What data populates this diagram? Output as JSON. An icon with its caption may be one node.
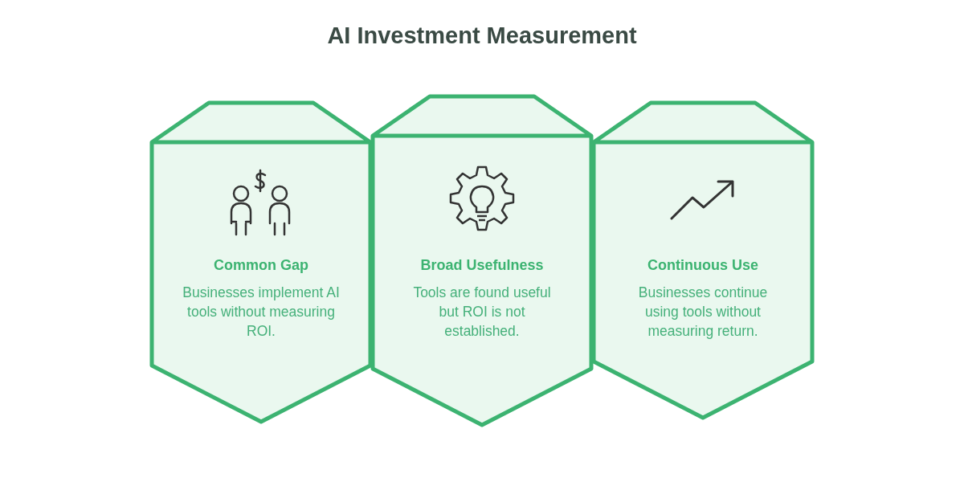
{
  "diagram": {
    "title": "AI Investment Measurement",
    "nodes": [
      {
        "text": [
          "Common Gap",
          "Businesses implement AI tools without measuring ROI."
        ]
      },
      {
        "text": [
          "Broad Usefulness",
          "Tools are found useful but ROI is not established."
        ]
      },
      {
        "text": [
          "Continuous Use",
          "Businesses continue using tools without measuring return."
        ]
      }
    ]
  }
}
